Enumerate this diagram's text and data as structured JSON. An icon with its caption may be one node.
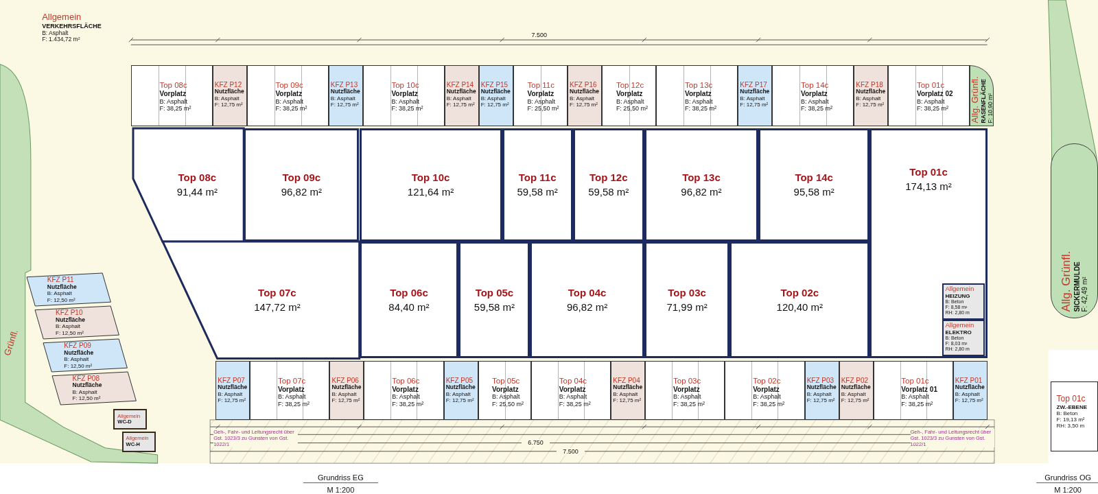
{
  "diagram": {
    "nodes": [
      {
        "text": [
          "Allgemein",
          "VERKEHRSFLÄCHE",
          "B: Asphalt",
          "F: 1.434,72 m²"
        ]
      },
      {
        "text": [
          "Top 08c",
          "Vorplatz",
          "B: Asphalt",
          "F: 38,25 m²"
        ]
      },
      {
        "text": [
          "KFZ P12",
          "Nutzfläche",
          "B: Asphalt",
          "F: 12,75 m²"
        ]
      },
      {
        "text": [
          "Top 09c",
          "Vorplatz",
          "B: Asphalt",
          "F: 38,25 m²"
        ]
      },
      {
        "text": [
          "KFZ P13",
          "Nutzfläche",
          "B: Asphalt",
          "F: 12,75 m²"
        ]
      },
      {
        "text": [
          "Top 10c",
          "Vorplatz",
          "B: Asphalt",
          "F: 38,25 m²"
        ]
      },
      {
        "text": [
          "KFZ P14",
          "Nutzfläche",
          "B: Asphalt",
          "F: 12,75 m²"
        ]
      },
      {
        "text": [
          "KFZ P15",
          "Nutzfläche",
          "B: Asphalt",
          "F: 12,75 m²"
        ]
      },
      {
        "text": [
          "Top 11c",
          "Vorplatz",
          "B: Asphalt",
          "F: 25,50 m²"
        ]
      },
      {
        "text": [
          "KFZ P16",
          "Nutzfläche",
          "B: Asphalt",
          "F: 12,75 m²"
        ]
      },
      {
        "text": [
          "Top 12c",
          "Vorplatz",
          "B: Asphalt",
          "F: 25,50 m²"
        ]
      },
      {
        "text": [
          "Top 13c",
          "Vorplatz",
          "B: Asphalt",
          "F: 38,25 m²"
        ]
      },
      {
        "text": [
          "KFZ P17",
          "Nutzfläche",
          "B: Asphalt",
          "F: 12,75 m²"
        ]
      },
      {
        "text": [
          "Top 14c",
          "Vorplatz",
          "B: Asphalt",
          "F: 38,25 m²"
        ]
      },
      {
        "text": [
          "KFZ P18",
          "Nutzfläche",
          "B: Asphalt",
          "F: 12,75 m²"
        ]
      },
      {
        "text": [
          "Top 01c",
          "Vorplatz 02",
          "B: Asphalt",
          "F: 38,25 m²"
        ]
      },
      {
        "text": [
          "Allg. Grünfl.",
          "RASENFLÄCHE",
          "F: 10,90 m²"
        ]
      },
      {
        "text": [
          "Top 08c",
          "91,44 m²"
        ]
      },
      {
        "text": [
          "Top 09c",
          "96,82 m²"
        ]
      },
      {
        "text": [
          "Top 10c",
          "121,64 m²"
        ]
      },
      {
        "text": [
          "Top 11c",
          "59,58 m²"
        ]
      },
      {
        "text": [
          "Top 12c",
          "59,58 m²"
        ]
      },
      {
        "text": [
          "Top 13c",
          "96,82 m²"
        ]
      },
      {
        "text": [
          "Top 14c",
          "95,58 m²"
        ]
      },
      {
        "text": [
          "Top 01c",
          "174,13 m²"
        ]
      },
      {
        "text": [
          "Top 07c",
          "147,72 m²"
        ]
      },
      {
        "text": [
          "Top 06c",
          "84,40 m²"
        ]
      },
      {
        "text": [
          "Top 05c",
          "59,58 m²"
        ]
      },
      {
        "text": [
          "Top 04c",
          "96,82 m²"
        ]
      },
      {
        "text": [
          "Top 03c",
          "71,99 m²"
        ]
      },
      {
        "text": [
          "Top 02c",
          "120,40 m²"
        ]
      },
      {
        "text": [
          "Allgemein",
          "HEIZUNG",
          "B: Beton",
          "F: 8,58 m²",
          "RH: 2,80 m"
        ],
        "in": 24
      },
      {
        "text": [
          "Allgemein",
          "ELEKTRO",
          "B: Beton",
          "F: 8,03 m²",
          "RH: 2,80 m"
        ],
        "in": 24
      },
      {
        "text": [
          "KFZ P07",
          "Nutzfläche",
          "B: Asphalt",
          "F: 12,75 m²"
        ]
      },
      {
        "text": [
          "Top 07c",
          "Vorplatz",
          "B: Asphalt",
          "F: 38,25 m²"
        ]
      },
      {
        "text": [
          "KFZ P06",
          "Nutzfläche",
          "B: Asphalt",
          "F: 12,75 m²"
        ]
      },
      {
        "text": [
          "Top 06c",
          "Vorplatz",
          "B: Asphalt",
          "F: 38,25 m²"
        ]
      },
      {
        "text": [
          "KFZ P05",
          "Nutzfläche",
          "B: Asphalt",
          "F: 12,75 m²"
        ]
      },
      {
        "text": [
          "Top 05c",
          "Vorplatz",
          "B: Asphalt",
          "F: 25,50 m²"
        ]
      },
      {
        "text": [
          "Top 04c",
          "Vorplatz",
          "B: Asphalt",
          "F: 38,25 m²"
        ]
      },
      {
        "text": [
          "KFZ P04",
          "Nutzfläche",
          "B: Asphalt",
          "F: 12,75 m²"
        ]
      },
      {
        "text": [
          "Top 03c",
          "Vorplatz",
          "B: Asphalt",
          "F: 38,25 m²"
        ]
      },
      {
        "text": [
          "Top 02c",
          "Vorplatz",
          "B: Asphalt",
          "F: 38,25 m²"
        ]
      },
      {
        "text": [
          "KFZ P03",
          "Nutzfläche",
          "B: Asphalt",
          "F: 12,75 m²"
        ]
      },
      {
        "text": [
          "KFZ P02",
          "Nutzfläche",
          "B: Asphalt",
          "F: 12,75 m²"
        ]
      },
      {
        "text": [
          "Top 01c",
          "Vorplatz 01",
          "B: Asphalt",
          "F: 38,25 m²"
        ]
      },
      {
        "text": [
          "KFZ P01",
          "Nutzfläche",
          "B: Asphalt",
          "F: 12,75 m²"
        ]
      },
      {
        "text": [
          "KFZ P11",
          "Nutzfläche",
          "B: Asphalt",
          "F: 12,50 m²"
        ]
      },
      {
        "text": [
          "KFZ P10",
          "Nutzfläche",
          "B: Asphalt",
          "F: 12,50 m²"
        ]
      },
      {
        "text": [
          "KFZ P09",
          "Nutzfläche",
          "B: Asphalt",
          "F: 12,50 m²"
        ]
      },
      {
        "text": [
          "KFZ P08",
          "Nutzfläche",
          "B: Asphalt",
          "F: 12,50 m²"
        ]
      },
      {
        "text": [
          "Allgemein",
          "WC-D"
        ]
      },
      {
        "text": [
          "Allgemein",
          "WC-H"
        ]
      },
      {
        "text": [
          "Grünfl."
        ]
      },
      {
        "text": [
          "Allg. Grünfl.",
          "SICKERMULDE",
          "F: 42,49 m²"
        ]
      },
      {
        "text": [
          "Top 01c",
          "ZW.-EBENE",
          "B: Beton",
          "F: 19,13 m²",
          "RH: 3,50 m"
        ]
      }
    ],
    "labels": [
      "7.500",
      "Grundriss EG",
      "M 1:200",
      "Grundriss OG",
      "M 1:200",
      "6.750",
      "7.500",
      "Geh-, Fahr- und Leitungsrecht über Gst. 1023/3 zu Gunsten von Gst. 1022/1",
      "Geh-, Fahr- und Leitungsrecht über Gst. 1023/3 zu Gunsten von Gst. 1022/1"
    ]
  }
}
